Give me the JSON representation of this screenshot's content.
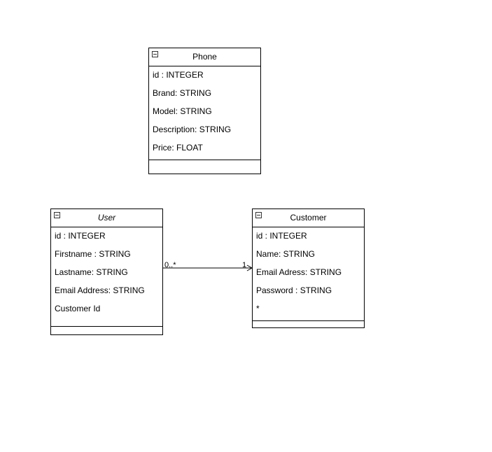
{
  "diagram": {
    "classes": {
      "phone": {
        "name": "Phone",
        "attributes": [
          "id : INTEGER",
          "Brand: STRING",
          "Model: STRING",
          "Description: STRING",
          "Price: FLOAT"
        ]
      },
      "user": {
        "name": "User",
        "abstract": true,
        "attributes": [
          "id : INTEGER",
          "Firstname : STRING",
          "Lastname: STRING",
          "Email Address: STRING",
          "Customer Id"
        ]
      },
      "customer": {
        "name": "Customer",
        "attributes": [
          "id : INTEGER",
          "Name: STRING",
          "Email Adress: STRING",
          "Password : STRING",
          "*"
        ]
      }
    },
    "associations": [
      {
        "from": "User",
        "to": "Customer",
        "source_multiplicity": "0..*",
        "target_multiplicity": "1"
      }
    ],
    "colors": {
      "line": "#000000",
      "background": "#ffffff"
    }
  }
}
